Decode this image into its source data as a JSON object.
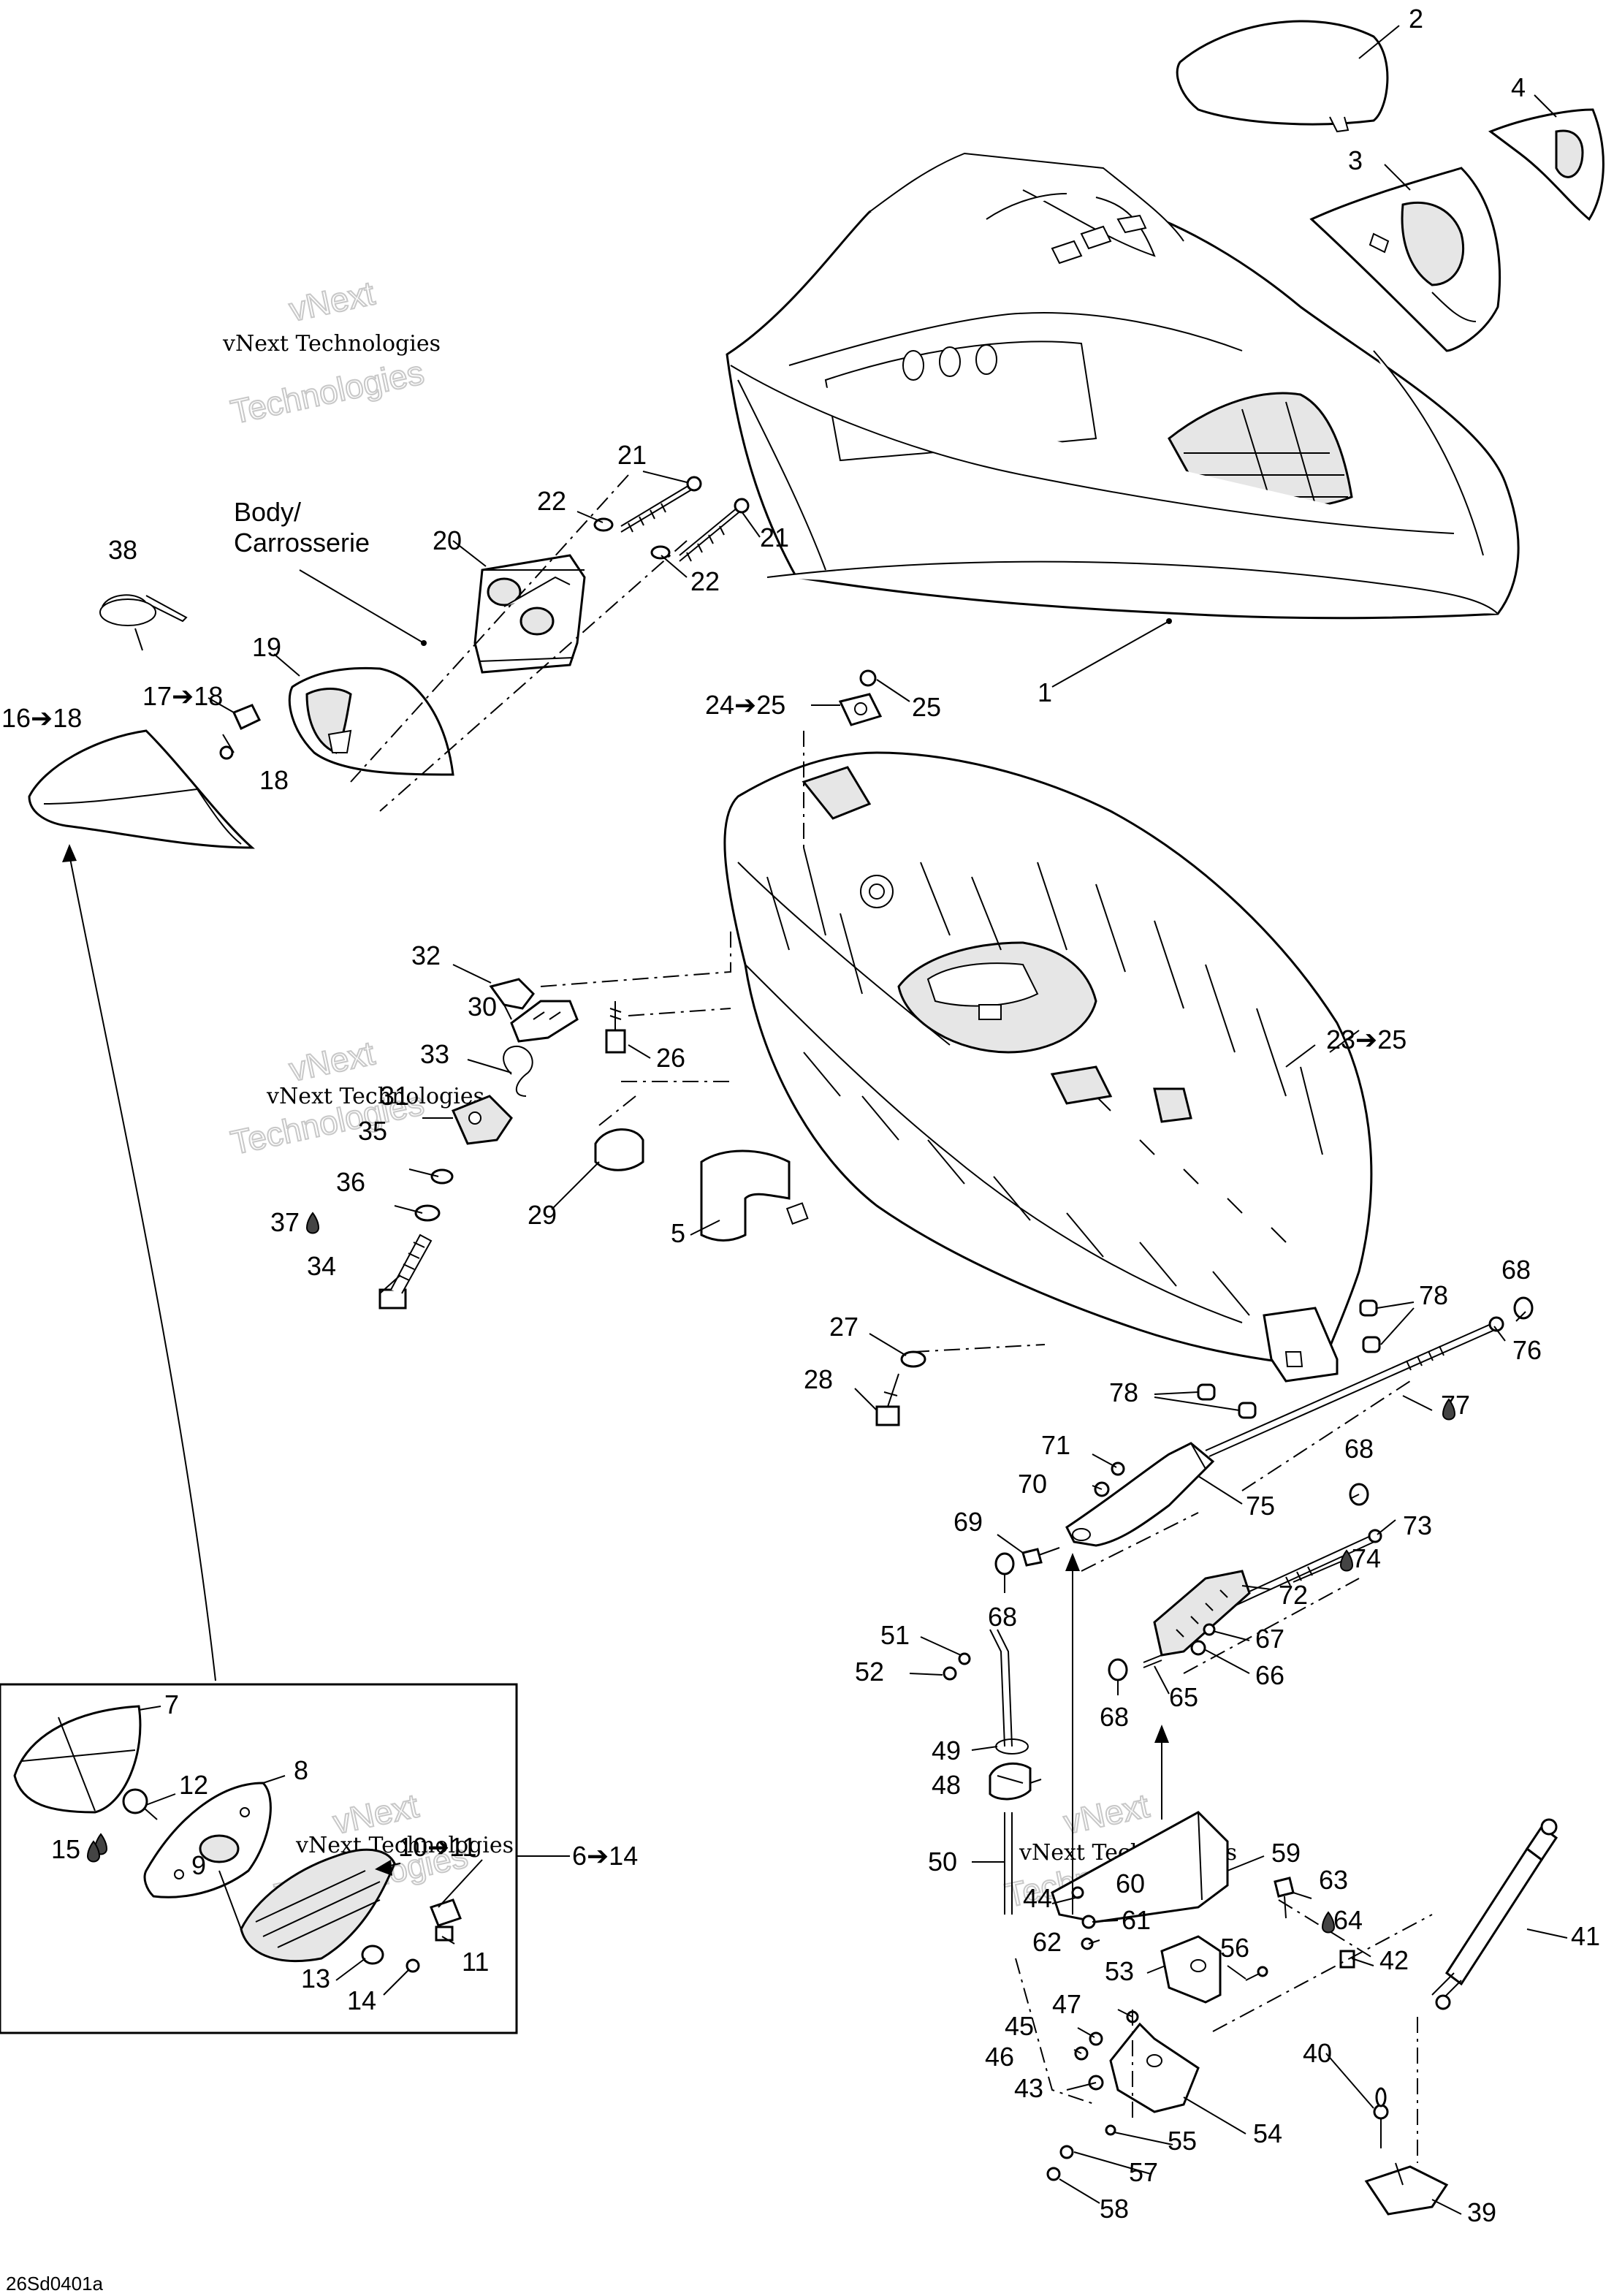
{
  "body_label": [
    "Body/",
    "Carrosserie"
  ],
  "watermark": {
    "small": "vNext Technologies",
    "large": [
      "vNext",
      "Technologies"
    ]
  },
  "kit_box_label": "6➔14",
  "drawing_code": "26Sd0401a",
  "callouts": [
    {
      "id": "c1",
      "text": "1"
    },
    {
      "id": "c2",
      "text": "2"
    },
    {
      "id": "c3",
      "text": "3"
    },
    {
      "id": "c4",
      "text": "4"
    },
    {
      "id": "c5",
      "text": "5"
    },
    {
      "id": "c7",
      "text": "7"
    },
    {
      "id": "c8",
      "text": "8"
    },
    {
      "id": "c9",
      "text": "9"
    },
    {
      "id": "c10",
      "text": "10➔11"
    },
    {
      "id": "c11",
      "text": "11"
    },
    {
      "id": "c12",
      "text": "12"
    },
    {
      "id": "c13",
      "text": "13"
    },
    {
      "id": "c14",
      "text": "14"
    },
    {
      "id": "c15",
      "text": "15"
    },
    {
      "id": "c16",
      "text": "16➔18"
    },
    {
      "id": "c17",
      "text": "17➔18"
    },
    {
      "id": "c18",
      "text": "18"
    },
    {
      "id": "c19",
      "text": "19"
    },
    {
      "id": "c20",
      "text": "20"
    },
    {
      "id": "c21a",
      "text": "21"
    },
    {
      "id": "c21b",
      "text": "21"
    },
    {
      "id": "c22a",
      "text": "22"
    },
    {
      "id": "c22b",
      "text": "22"
    },
    {
      "id": "c23",
      "text": "23➔25"
    },
    {
      "id": "c24",
      "text": "24➔25"
    },
    {
      "id": "c25",
      "text": "25"
    },
    {
      "id": "c26",
      "text": "26"
    },
    {
      "id": "c27",
      "text": "27"
    },
    {
      "id": "c28",
      "text": "28"
    },
    {
      "id": "c29",
      "text": "29"
    },
    {
      "id": "c30",
      "text": "30"
    },
    {
      "id": "c31",
      "text": "31"
    },
    {
      "id": "c32",
      "text": "32"
    },
    {
      "id": "c33",
      "text": "33"
    },
    {
      "id": "c34",
      "text": "34"
    },
    {
      "id": "c35",
      "text": "35"
    },
    {
      "id": "c36",
      "text": "36"
    },
    {
      "id": "c37",
      "text": "37"
    },
    {
      "id": "c38",
      "text": "38"
    },
    {
      "id": "c39",
      "text": "39"
    },
    {
      "id": "c40",
      "text": "40"
    },
    {
      "id": "c41",
      "text": "41"
    },
    {
      "id": "c42",
      "text": "42"
    },
    {
      "id": "c43",
      "text": "43"
    },
    {
      "id": "c44",
      "text": "44"
    },
    {
      "id": "c45",
      "text": "45"
    },
    {
      "id": "c46",
      "text": "46"
    },
    {
      "id": "c47",
      "text": "47"
    },
    {
      "id": "c48",
      "text": "48"
    },
    {
      "id": "c49",
      "text": "49"
    },
    {
      "id": "c50",
      "text": "50"
    },
    {
      "id": "c51",
      "text": "51"
    },
    {
      "id": "c52",
      "text": "52"
    },
    {
      "id": "c53",
      "text": "53"
    },
    {
      "id": "c54",
      "text": "54"
    },
    {
      "id": "c55",
      "text": "55"
    },
    {
      "id": "c56",
      "text": "56"
    },
    {
      "id": "c57",
      "text": "57"
    },
    {
      "id": "c58",
      "text": "58"
    },
    {
      "id": "c59",
      "text": "59"
    },
    {
      "id": "c60",
      "text": "60"
    },
    {
      "id": "c61",
      "text": "61"
    },
    {
      "id": "c62",
      "text": "62"
    },
    {
      "id": "c63",
      "text": "63"
    },
    {
      "id": "c64",
      "text": "64"
    },
    {
      "id": "c65",
      "text": "65"
    },
    {
      "id": "c66",
      "text": "66"
    },
    {
      "id": "c67",
      "text": "67"
    },
    {
      "id": "c68a",
      "text": "68"
    },
    {
      "id": "c68b",
      "text": "68"
    },
    {
      "id": "c68c",
      "text": "68"
    },
    {
      "id": "c68d",
      "text": "68"
    },
    {
      "id": "c69",
      "text": "69"
    },
    {
      "id": "c70",
      "text": "70"
    },
    {
      "id": "c71",
      "text": "71"
    },
    {
      "id": "c72",
      "text": "72"
    },
    {
      "id": "c73",
      "text": "73"
    },
    {
      "id": "c74",
      "text": "74"
    },
    {
      "id": "c75",
      "text": "75"
    },
    {
      "id": "c76",
      "text": "76"
    },
    {
      "id": "c77",
      "text": "77"
    },
    {
      "id": "c78a",
      "text": "78"
    },
    {
      "id": "c78b",
      "text": "78"
    }
  ]
}
